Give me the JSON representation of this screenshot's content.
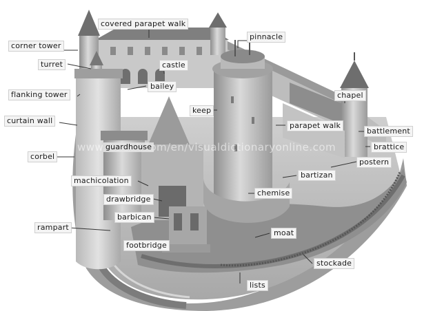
{
  "watermark": "www.ikonet.com/en/visualdictionaryonline.com",
  "labels": {
    "covered_parapet_walk": "covered parapet walk",
    "pinnacle": "pinnacle",
    "corner_tower": "corner tower",
    "turret": "turret",
    "castle": "castle",
    "bailey": "bailey",
    "flanking_tower": "flanking tower",
    "keep": "keep",
    "chapel": "chapel",
    "curtain_wall": "curtain wall",
    "parapet_walk": "parapet walk",
    "battlement": "battlement",
    "guardhouse": "guardhouse",
    "brattice": "brattice",
    "corbel": "corbel",
    "postern": "postern",
    "bartizan": "bartizan",
    "machicolation": "machicolation",
    "chemise": "chemise",
    "drawbridge": "drawbridge",
    "barbican": "barbican",
    "rampart": "rampart",
    "moat": "moat",
    "footbridge": "footbridge",
    "stockade": "stockade",
    "lists": "lists"
  }
}
